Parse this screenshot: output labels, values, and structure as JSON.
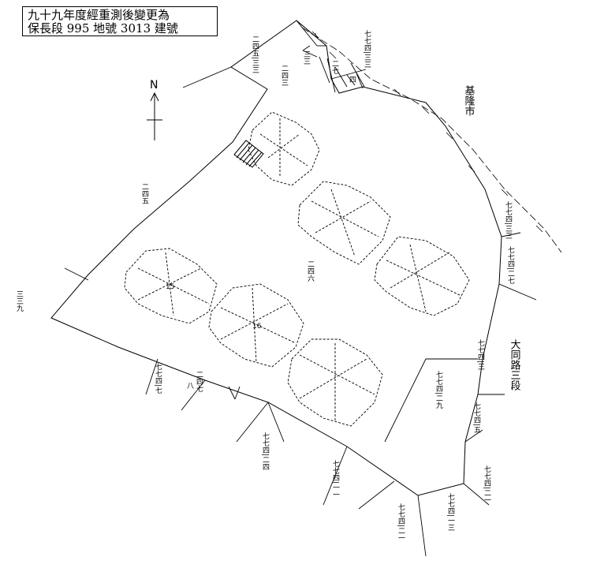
{
  "title": {
    "line1": "九十九年度經重測後變更為",
    "line2": "保長段 995 地號 3013 建號"
  },
  "north_label": "N",
  "place_labels": {
    "keelung": "基隆市",
    "datong_road": "大同路三段"
  },
  "parcel_labels": {
    "main": "二四六",
    "left": "二四五",
    "top_left": "二四五|三三",
    "top_small": "二四三",
    "top_a": "三三",
    "top_b": "二七",
    "top_c": "四",
    "top_right": "七七四|三三",
    "right_1": "七七四|三三",
    "right_2": "七七四|二七",
    "right_3": "七七四|三",
    "right_4": "七七四|二九",
    "right_5": "七七四|五",
    "br_1": "七七四|二一",
    "br_2": "七七四|一三",
    "bottom_1": "七七四|二一",
    "bottom_2": "七七四|二四",
    "bottom_3": "七七四|一一",
    "left_edge": "三三九",
    "bl_1": "七七四|七",
    "bl_2": "二四七",
    "bl_3": "八"
  },
  "building_labels": {
    "b15": "15",
    "b16": "16"
  }
}
